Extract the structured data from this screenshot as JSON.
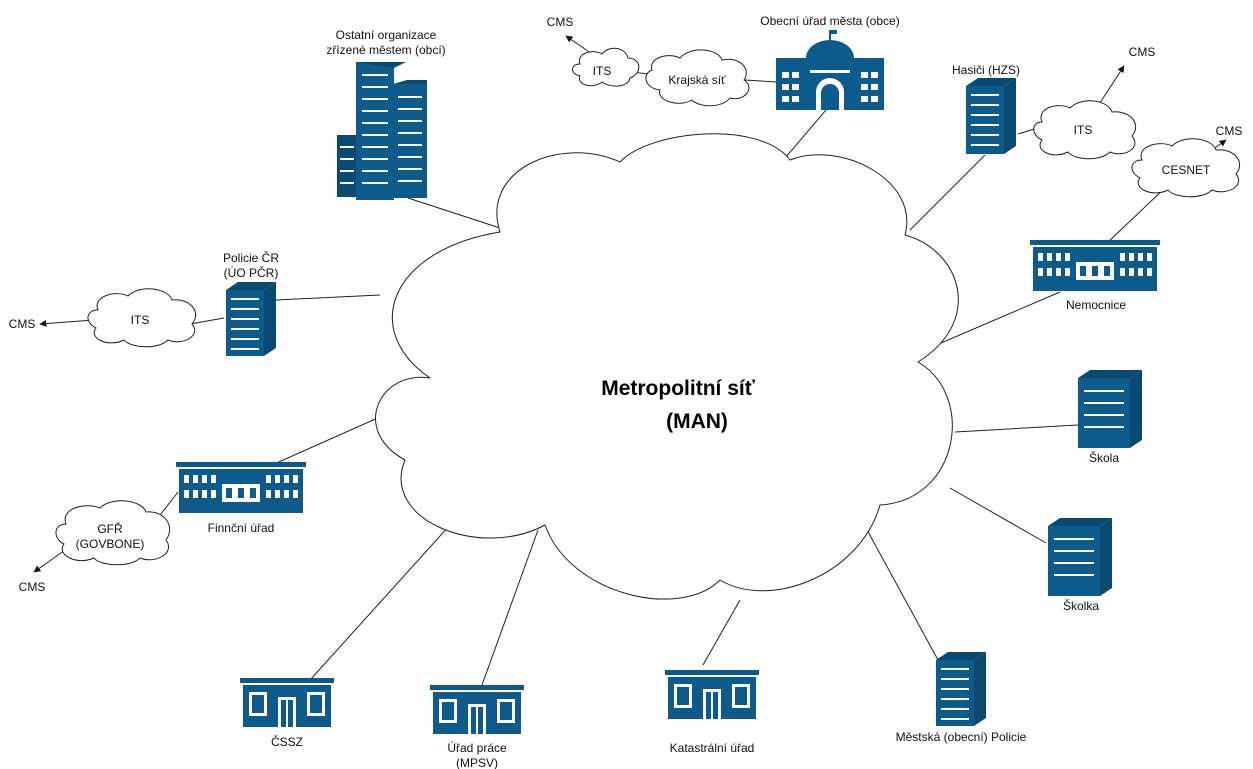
{
  "colors": {
    "building": "#0d5b8c",
    "building_dark": "#0a4a72",
    "line": "#222222"
  },
  "center": {
    "line1": "Metropolitní síť",
    "line2": "(MAN)"
  },
  "nodes": {
    "ostatni": {
      "line1": "Ostatní organizace",
      "line2": "zřízené městem (obcí)",
      "icon": "office-tower-cluster"
    },
    "obecni_urad": {
      "label": "Obecní úřad města (obce)",
      "icon": "city-hall"
    },
    "hasici": {
      "label": "Hasiči (HZS)",
      "icon": "office-building"
    },
    "policie": {
      "line1": "Policie ČR",
      "line2": "(ÚO PČR)",
      "icon": "office-building"
    },
    "nemocnice": {
      "label": "Nemocnice",
      "icon": "hospital-building"
    },
    "skola": {
      "label": "Škola",
      "icon": "office-building"
    },
    "skolka": {
      "label": "Školka",
      "icon": "office-building"
    },
    "financni_urad": {
      "label": "Finnční úřad",
      "icon": "government-building"
    },
    "cssz": {
      "label": "ČSSZ",
      "icon": "small-office"
    },
    "urad_prace": {
      "line1": "Úřad práce",
      "line2": "(MPSV)",
      "icon": "small-office"
    },
    "katastralni": {
      "label": "Katastrální úřad",
      "icon": "small-office"
    },
    "mestska_policie": {
      "label": "Městská (obecní) Policie",
      "icon": "office-building"
    }
  },
  "clouds": {
    "krajska_sit": "Krajská síť",
    "its_top": "ITS",
    "its_hasici": "ITS",
    "cesnet": "CESNET",
    "its_policie": "ITS",
    "gfr": {
      "line1": "GFŘ",
      "line2": "(GOVBONE)"
    }
  },
  "cms": {
    "top": "CMS",
    "hasici": "CMS",
    "cesnet": "CMS",
    "policie": "CMS",
    "gfr": "CMS"
  }
}
